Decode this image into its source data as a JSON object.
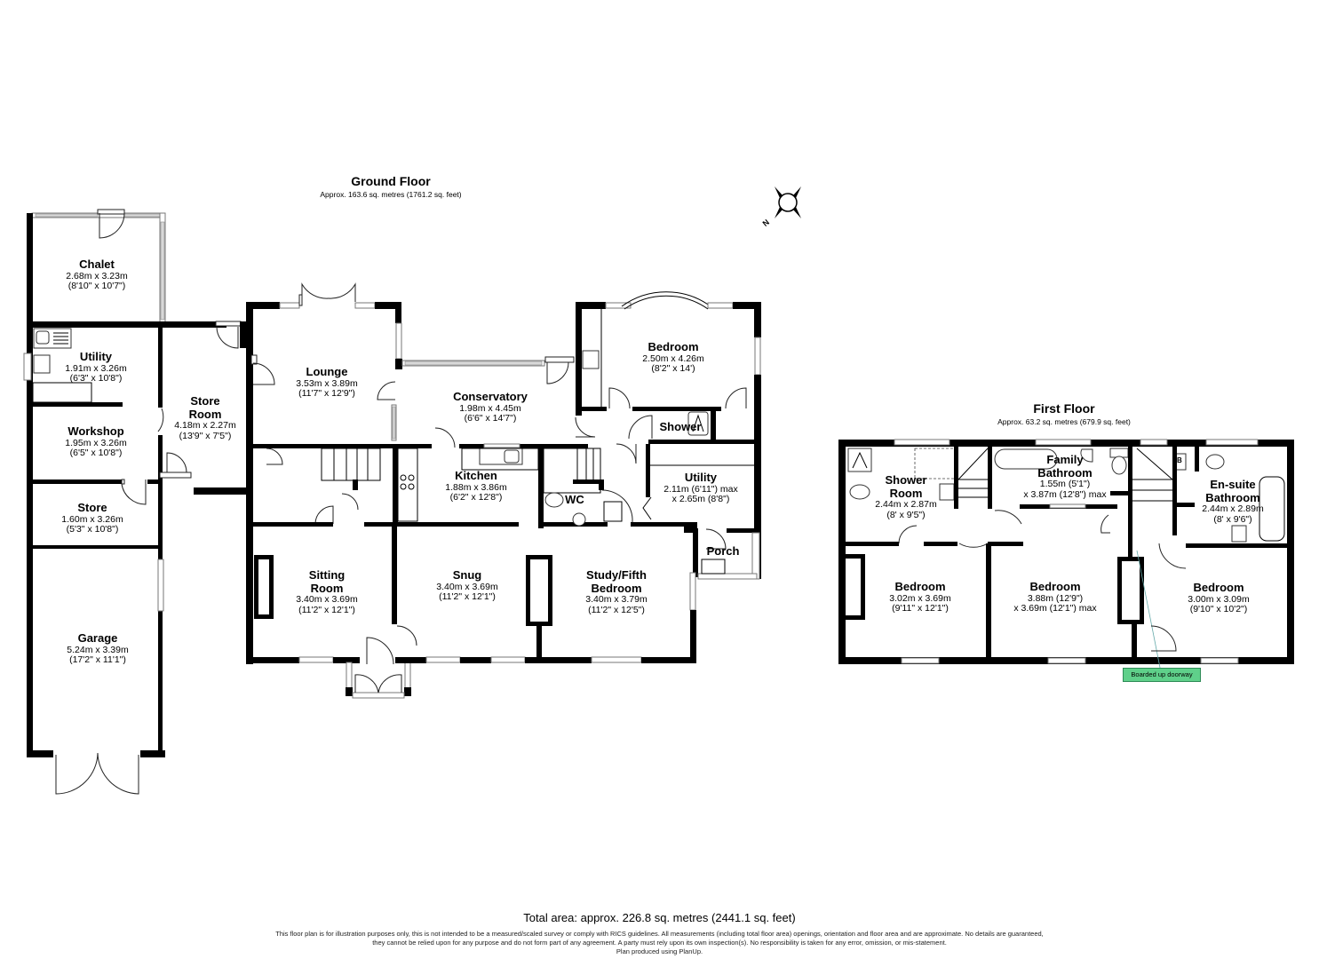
{
  "ground_floor": {
    "title": "Ground Floor",
    "area": "Approx. 163.6 sq. metres (1761.2 sq. feet)",
    "rooms": [
      {
        "name": "Chalet",
        "dim1": "2.68m x 3.23m",
        "dim2": "(8'10\" x 10'7\")"
      },
      {
        "name": "Utility",
        "dim1": "1.91m x 3.26m",
        "dim2": "(6'3\" x 10'8\")"
      },
      {
        "name": "Workshop",
        "dim1": "1.95m x 3.26m",
        "dim2": "(6'5\" x 10'8\")"
      },
      {
        "name": "Store",
        "dim1": "1.60m x 3.26m",
        "dim2": "(5'3\" x 10'8\")"
      },
      {
        "name": "Garage",
        "dim1": "5.24m x 3.39m",
        "dim2": "(17'2\" x 11'1\")"
      },
      {
        "name": "Store Room",
        "name2": "Room",
        "name1": "Store",
        "dim1": "4.18m x 2.27m",
        "dim2": "(13'9\" x 7'5\")"
      },
      {
        "name": "Lounge",
        "dim1": "3.53m x 3.89m",
        "dim2": "(11'7\" x 12'9\")"
      },
      {
        "name": "Conservatory",
        "dim1": "1.98m x 4.45m",
        "dim2": "(6'6\" x 14'7\")"
      },
      {
        "name": "Bedroom",
        "dim1": "2.50m x 4.26m",
        "dim2": "(8'2\" x 14')"
      },
      {
        "name": "Shower"
      },
      {
        "name": "Kitchen",
        "dim1": "1.88m x 3.86m",
        "dim2": "(6'2\" x 12'8\")"
      },
      {
        "name": "WC"
      },
      {
        "name": "Utility",
        "dim1": "2.11m (6'11\") max",
        "dim2": "x 2.65m (8'8\")"
      },
      {
        "name": "Porch"
      },
      {
        "name": "Sitting Room",
        "name1": "Sitting",
        "name2": "Room",
        "dim1": "3.40m x 3.69m",
        "dim2": "(11'2\" x 12'1\")"
      },
      {
        "name": "Snug",
        "dim1": "3.40m x 3.69m",
        "dim2": "(11'2\" x 12'1\")"
      },
      {
        "name": "Study/Fifth Bedroom",
        "name1": "Study/Fifth",
        "name2": "Bedroom",
        "dim1": "3.40m x 3.79m",
        "dim2": "(11'2\" x 12'5\")"
      }
    ]
  },
  "first_floor": {
    "title": "First Floor",
    "area": "Approx. 63.2 sq. metres (679.9 sq. feet)",
    "rooms": [
      {
        "name": "Shower Room",
        "name1": "Shower",
        "name2": "Room",
        "dim1": "2.44m x 2.87m",
        "dim2": "(8' x 9'5\")"
      },
      {
        "name": "Family Bathroom",
        "name1": "Family",
        "name2": "Bathroom",
        "dim1": "1.55m (5'1\")",
        "dim2": "x 3.87m (12'8\") max"
      },
      {
        "name": "En-suite Bathroom",
        "name1": "En-suite",
        "name2": "Bathroom",
        "dim1": "2.44m x 2.89m",
        "dim2": "(8' x 9'6\")"
      },
      {
        "name": "Bedroom",
        "dim1": "3.02m x 3.69m",
        "dim2": "(9'11\" x 12'1\")"
      },
      {
        "name": "Bedroom",
        "dim1": "3.88m (12'9\")",
        "dim2": "x 3.69m (12'1\") max"
      },
      {
        "name": "Bedroom",
        "dim1": "3.00m x 3.09m",
        "dim2": "(9'10\" x 10'2\")"
      }
    ],
    "boiler_label": "B",
    "note": "Boarded up doorway"
  },
  "compass": {
    "icon": "compass-rose-icon",
    "north_label": "N"
  },
  "footer": {
    "total_area": "Total area: approx. 226.8 sq. metres (2441.1 sq. feet)",
    "disclaimer_line1": "This floor plan is for illustration purposes only, this is not intended to be a measured/scaled survey or comply with RICS guidelines. All measurements (including total floor area) openings, orientation and floor area and are approximate. No details are guaranteed,",
    "disclaimer_line2": "they cannot be relied upon for any purpose and do not form part of any agreement. A party must rely upon its own inspection(s). No responsibility is taken for any error, omission, or mis-statement.",
    "disclaimer_line3": "Plan produced using PlanUp."
  }
}
